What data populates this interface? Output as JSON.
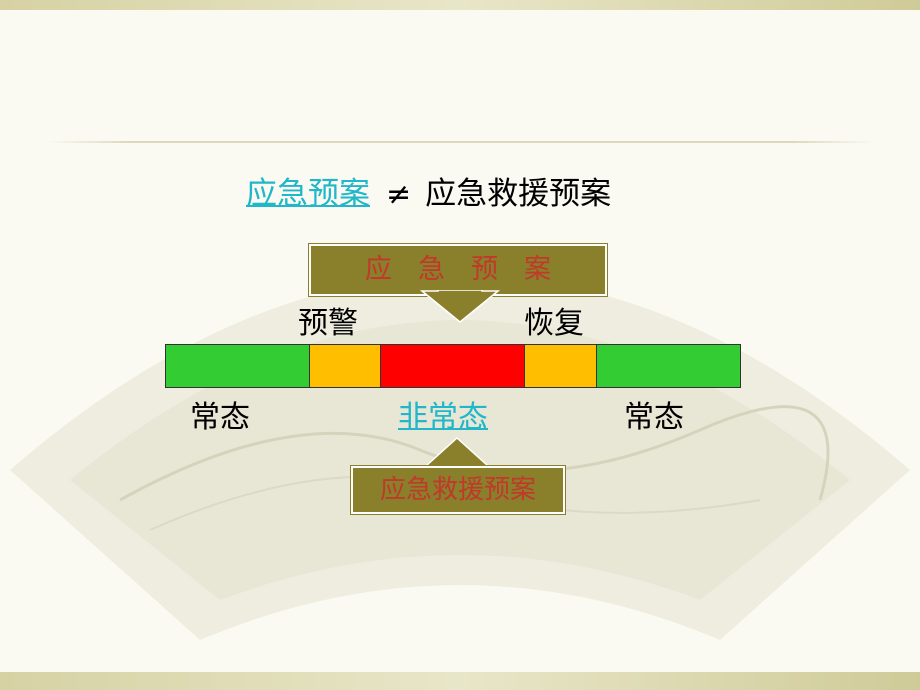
{
  "title": {
    "left_term": "应急预案",
    "operator": "≠",
    "right_term": "应急救援预案"
  },
  "callouts": {
    "top": "应急预案",
    "bottom": "应急救援预案"
  },
  "phase_labels": {
    "warning": "预警",
    "recovery": "恢复"
  },
  "state_labels": {
    "normal_left": "常态",
    "abnormal": "非常态",
    "normal_right": "常态"
  },
  "timeline": {
    "segments": [
      {
        "phase": "常态",
        "color": "#33cc33",
        "share": 0.25
      },
      {
        "phase": "预警",
        "color": "#ffbf00",
        "share": 0.125
      },
      {
        "phase": "非常态",
        "color": "#ff0000",
        "share": 0.25
      },
      {
        "phase": "恢复",
        "color": "#ffbf00",
        "share": 0.125
      },
      {
        "phase": "常态",
        "color": "#33cc33",
        "share": 0.25
      }
    ]
  },
  "colors": {
    "callout_fill": "#8a7f2a",
    "callout_text": "#c0392b",
    "link_text": "#1fb7c9"
  }
}
